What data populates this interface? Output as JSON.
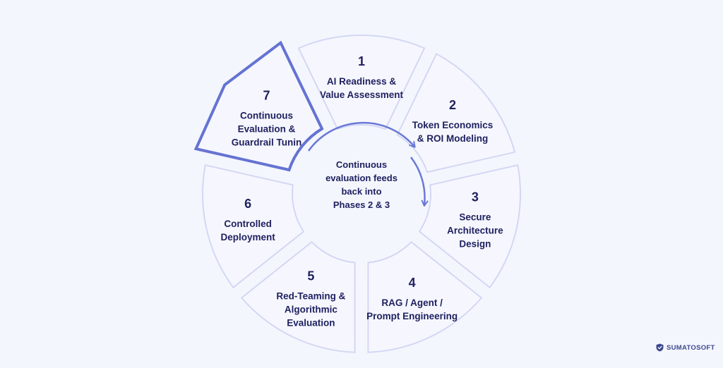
{
  "segments": [
    {
      "number": "1",
      "title": "AI Readiness &\nValue Assessment",
      "highlighted": false
    },
    {
      "number": "2",
      "title": "Token Economics\n& ROI Modeling",
      "highlighted": false
    },
    {
      "number": "3",
      "title": "Secure\nArchitecture\nDesign",
      "highlighted": false
    },
    {
      "number": "4",
      "title": "RAG / Agent /\nPrompt Engineering",
      "highlighted": false
    },
    {
      "number": "5",
      "title": "Red-Teaming &\nAlgorithmic\nEvaluation",
      "highlighted": false
    },
    {
      "number": "6",
      "title": "Controlled\nDeployment",
      "highlighted": false
    },
    {
      "number": "7",
      "title": "Continuous\nEvaluation &\nGuardrail Tunin",
      "highlighted": true
    }
  ],
  "center": {
    "text": "Continuous\nevaluation feeds\nback into\nPhases 2 & 3"
  },
  "brand": {
    "name": "SUMATOSOFT",
    "icon": "shield-logo-icon"
  },
  "colors": {
    "background": "#f4f6fd",
    "segment_fill": "#f6f7fe",
    "segment_stroke": "#d3d7f4",
    "highlight_stroke": "#6573d2",
    "arrow": "#6a79d6",
    "text": "#1f2160"
  }
}
